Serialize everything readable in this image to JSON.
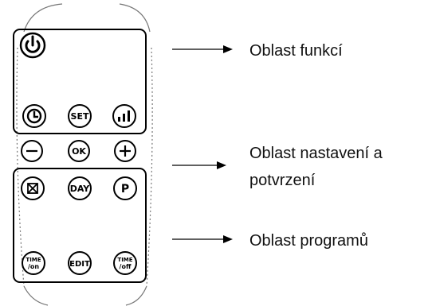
{
  "remote": {
    "buttons": {
      "power": "power-icon",
      "clock": "clock-icon",
      "set": "SET",
      "signal": "signal-bars-icon",
      "minus": "−",
      "ok": "OK",
      "plus": "+",
      "window": "window-icon",
      "day": "DAY",
      "program": "P",
      "time_on_top": "TIME",
      "time_on_bottom": "/on",
      "edit": "EDIT",
      "time_off_top": "TIME",
      "time_off_bottom": "/off"
    }
  },
  "annotations": {
    "functions": "Oblast funkcí",
    "settings_line1": "Oblast nastavení a",
    "settings_line2": "potvrzení",
    "programs": "Oblast programů"
  }
}
